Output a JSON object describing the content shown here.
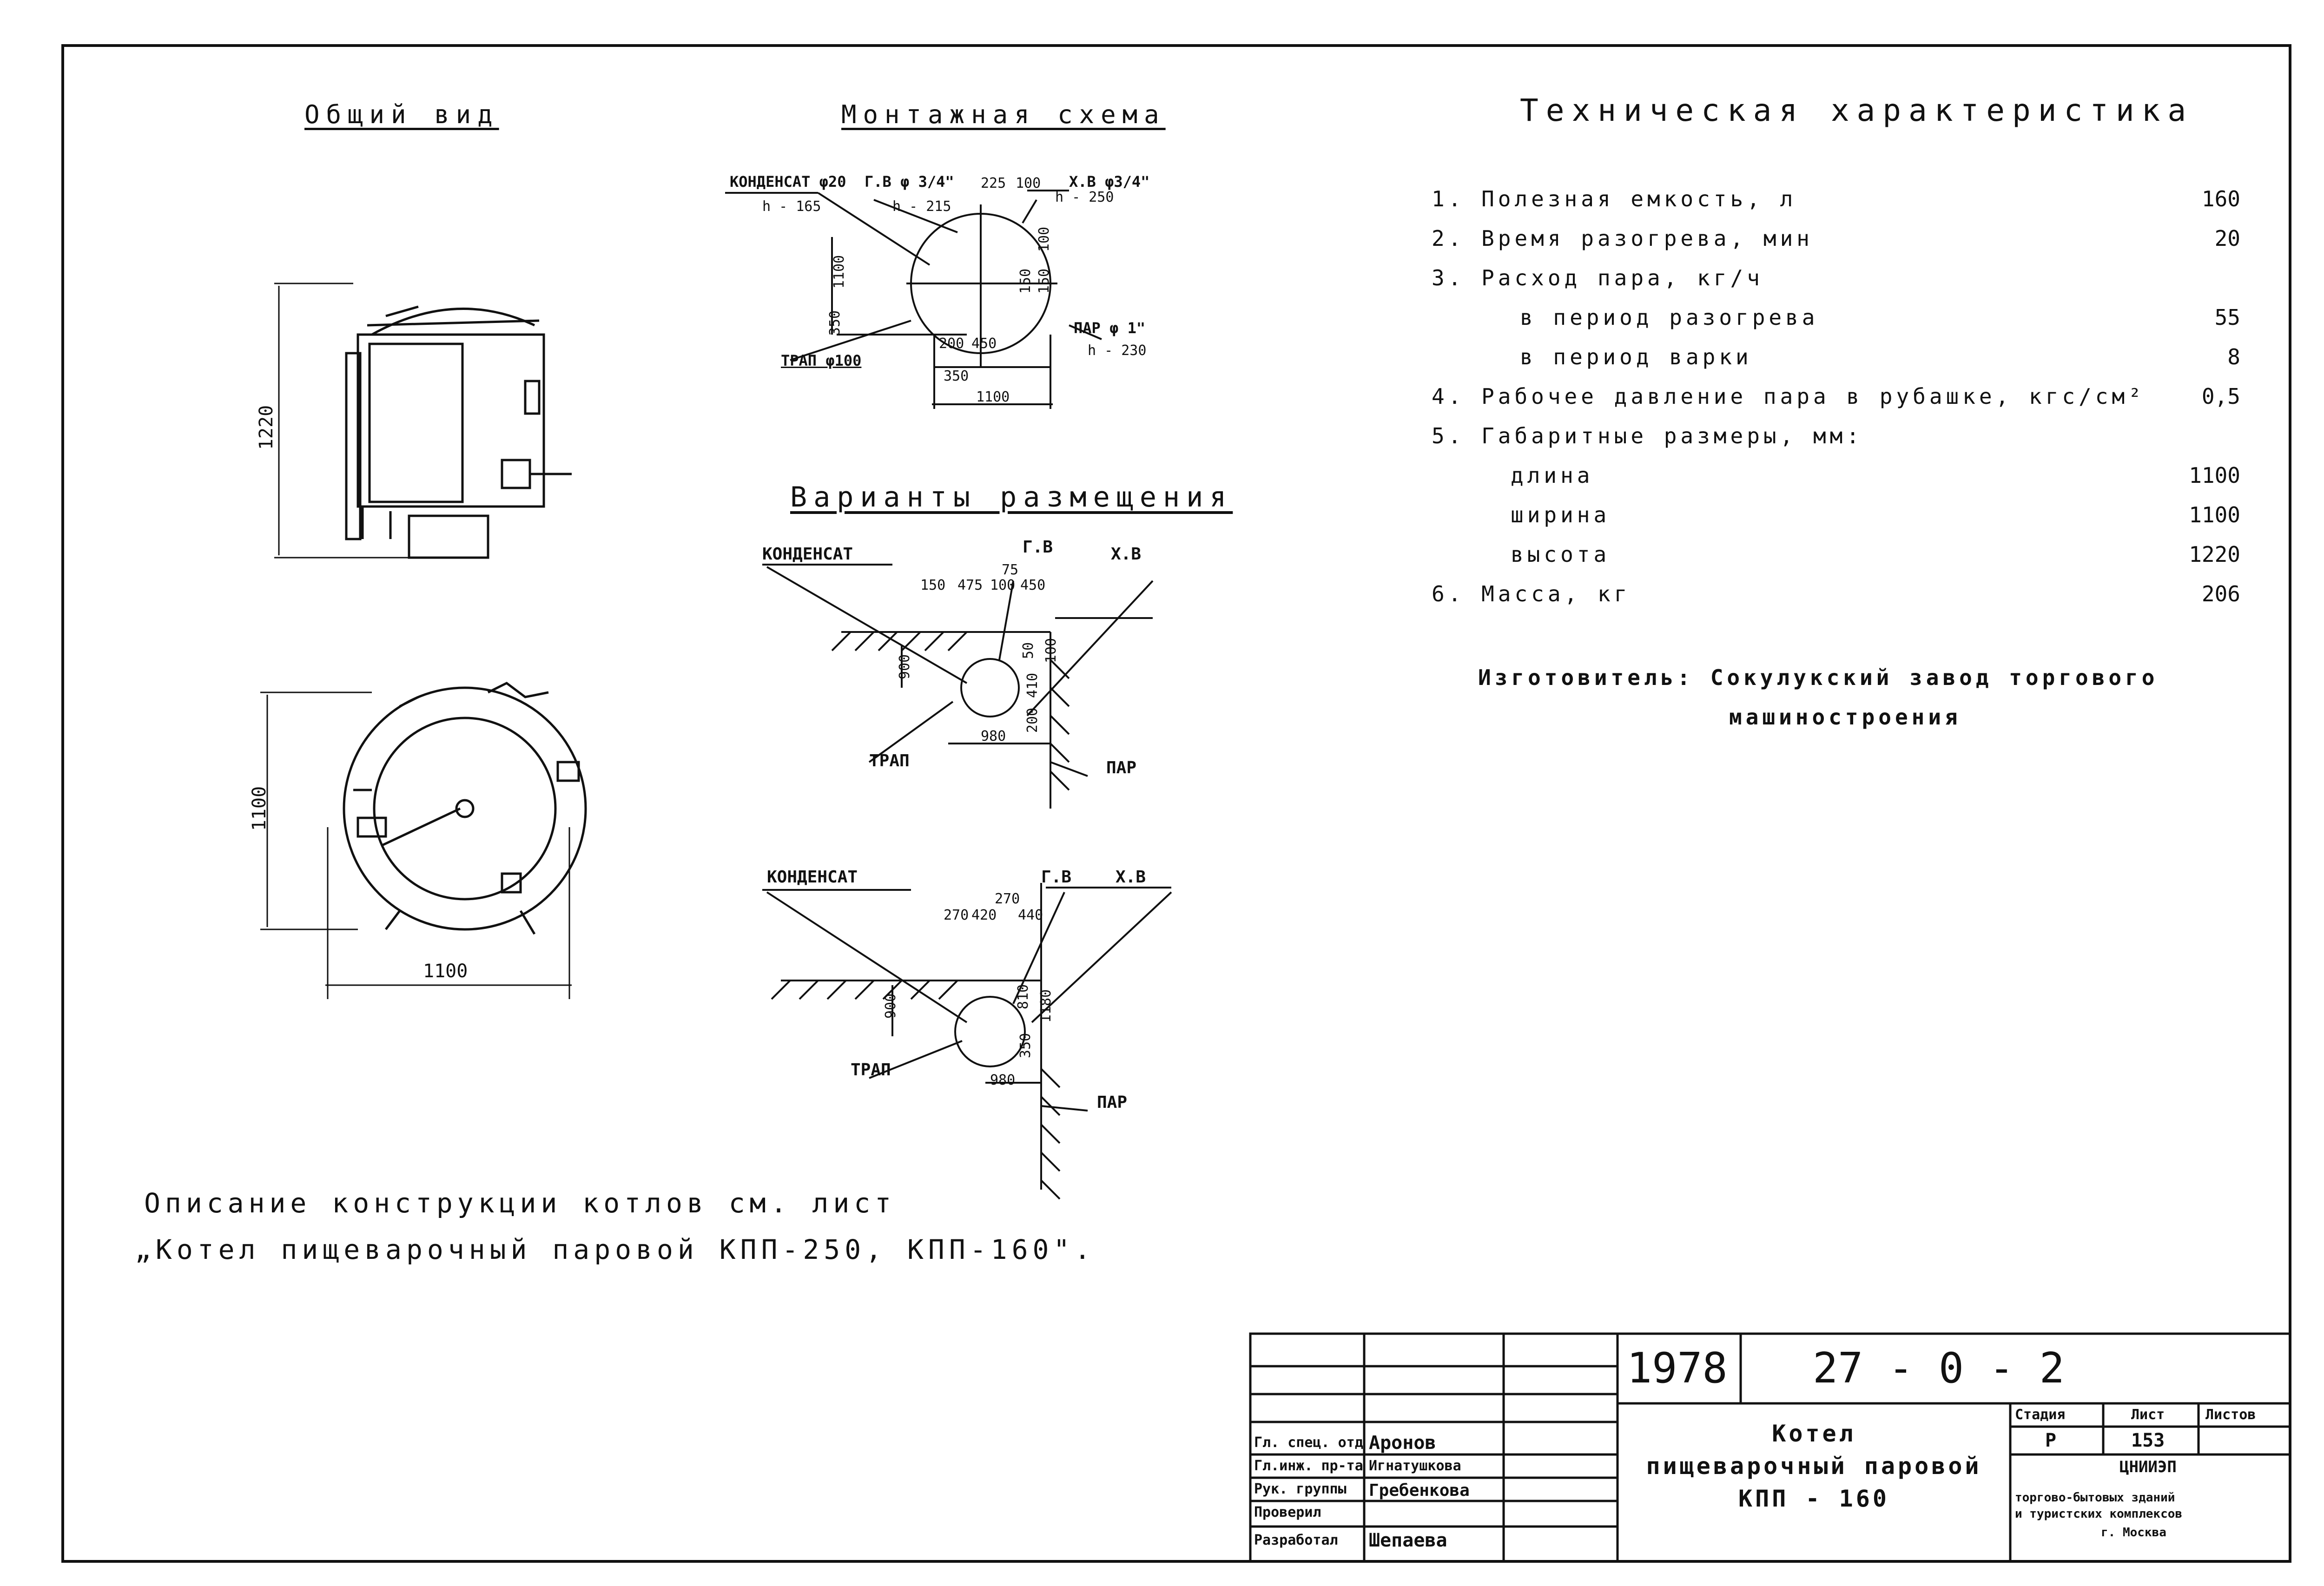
{
  "headings": {
    "general_view": "Общий вид",
    "installation_scheme": "Монтажная схема",
    "placement_options": "Варианты размещения",
    "tech_spec": "Техническая характеристика"
  },
  "spec": {
    "items": [
      {
        "label": "1. Полезная емкость, л",
        "value": "160"
      },
      {
        "label": "2. Время разогрева, мин",
        "value": "20"
      },
      {
        "label": "3. Расход пара, кг/ч",
        "value": ""
      },
      {
        "label": "в период разогрева",
        "value": "55"
      },
      {
        "label": "в период варки",
        "value": "8"
      },
      {
        "label": "4. Рабочее давление пара в рубашке, кгс/см²",
        "value": "0,5"
      },
      {
        "label": "5. Габаритные размеры, мм:",
        "value": ""
      },
      {
        "label": "длина",
        "value": "1100"
      },
      {
        "label": "ширина",
        "value": "1100"
      },
      {
        "label": "высота",
        "value": "1220"
      },
      {
        "label": "6. Масса, кг",
        "value": "206"
      }
    ],
    "manufacturer_line1": "Изготовитель: Сокулукский завод торгового",
    "manufacturer_line2": "машиностроения"
  },
  "general_view": {
    "height_dim": "1220",
    "width_dim": "1100",
    "depth_dim": "1100"
  },
  "installation": {
    "condensate": "КОНДЕНСАТ φ20",
    "condensate_h": "h - 165",
    "hot_water": "Г.В φ 3/4\"",
    "hot_water_h": "h - 215",
    "cold_water": "Х.В φ3/4\"",
    "cold_water_h": "h - 250",
    "steam": "ПАР φ 1\"",
    "steam_h": "h - 230",
    "drain": "ТРАП φ100",
    "dims": [
      "225",
      "100",
      "100",
      "1100",
      "350",
      "150",
      "150",
      "200",
      "450",
      "350",
      "1100"
    ]
  },
  "placement": {
    "condensate": "КОНДЕНСАТ",
    "gv": "Г.В",
    "hv": "Х.В",
    "drain": "ТРАП",
    "steam": "ПАР",
    "v1_dims": [
      "150",
      "475",
      "100",
      "450",
      "75",
      "900",
      "50",
      "100",
      "410",
      "200",
      "980"
    ],
    "v2_dims": [
      "270",
      "420",
      "440",
      "270",
      "900",
      "810",
      "1180",
      "350",
      "980"
    ]
  },
  "note": {
    "line1": "Описание конструкции котлов см. лист",
    "line2": "„Котел пищеварочный паровой КПП-250, КПП-160\"."
  },
  "title_block": {
    "year": "1978",
    "code": "27 - 0 - 2",
    "name_line1": "Котел",
    "name_line2": "пищеварочный паровой",
    "name_line3": "КПП - 160",
    "roles": [
      "Гл. спец. отд",
      "Гл.инж. пр-та",
      "Рук. группы",
      "Проверил",
      "Разработал"
    ],
    "names": [
      "Аронов",
      "Игнатушкова",
      "Гребенкова",
      "",
      "Шепаева"
    ],
    "stage_hdr": "Стадия",
    "sheet_hdr": "Лист",
    "sheets_hdr": "Листов",
    "stage": "Р",
    "sheet": "153",
    "org_line1": "ЦНИИЭП",
    "org_line2": "торгово-бытовых зданий",
    "org_line3": "и туристских комплексов",
    "org_line4": "г. Москва"
  }
}
